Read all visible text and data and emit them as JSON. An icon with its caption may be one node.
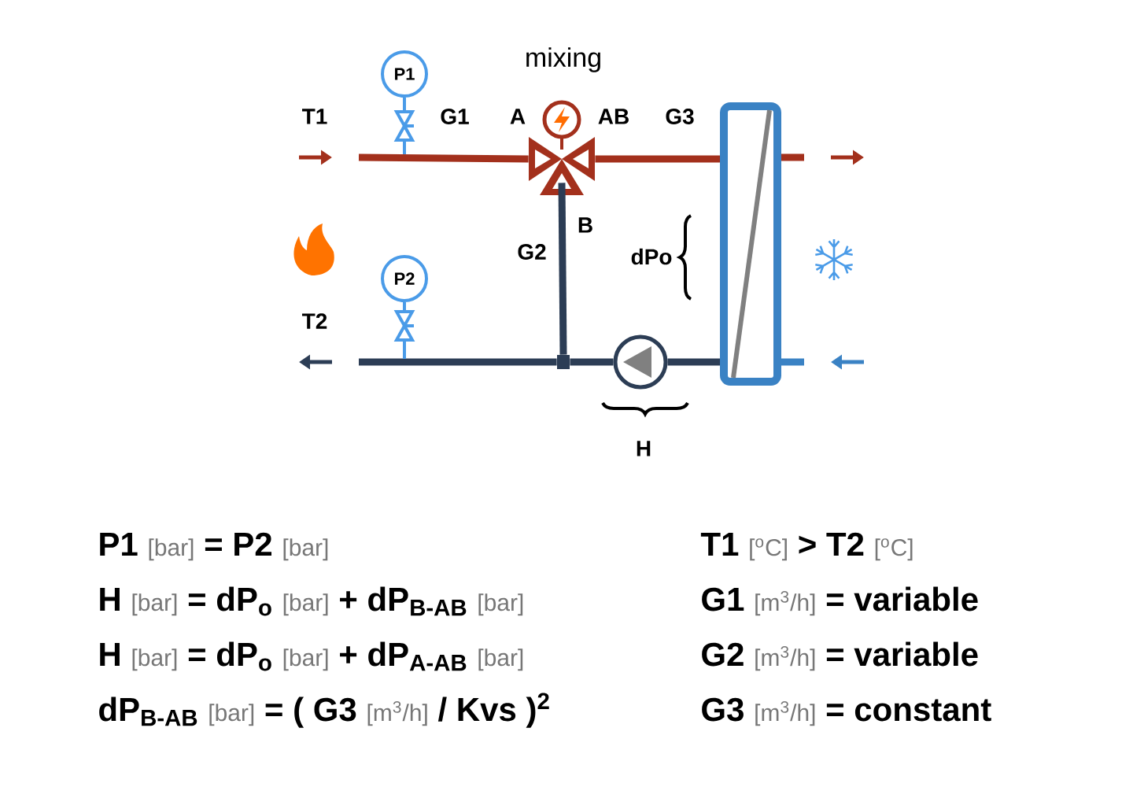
{
  "diagram": {
    "nodes": [
      {
        "text": [
          "P1"
        ]
      },
      {
        "text": [
          "P2"
        ]
      },
      {
        "text": [],
        "shape": "valve",
        "beside": [
          "mixing",
          "A",
          "AB",
          "B"
        ]
      },
      {
        "text": [],
        "shape": "circle"
      },
      {
        "text": [],
        "shape": "box"
      },
      {
        "text": [],
        "shape": "dot"
      }
    ],
    "edges": [
      {
        "from": null,
        "to": 2,
        "arrow": "none",
        "color": "#a3301c"
      },
      {
        "from": 2,
        "to": 4,
        "arrow": "none",
        "color": "#a3301c"
      },
      {
        "from": 2,
        "to": 5,
        "arrow": "none"
      },
      {
        "from": 5,
        "to": null,
        "arrow": "none"
      },
      {
        "from": 3,
        "to": 5,
        "arrow": "none"
      },
      {
        "from": 4,
        "to": 3,
        "arrow": "none"
      },
      {
        "from": 4,
        "to": null,
        "arrow": "none",
        "color": "#a3301c"
      },
      {
        "from": 4,
        "to": null,
        "arrow": "none",
        "color": "#3a82c4"
      },
      {
        "from": 0,
        "to": null,
        "arrow": "none",
        "color": "#4a9be8"
      },
      {
        "from": 1,
        "to": null,
        "arrow": "none",
        "color": "#4a9be8"
      }
    ],
    "labels": [
      "T1",
      "G1",
      "G3",
      "G2",
      "dPo",
      "T2",
      "H",
      "P1",
      "[bar]",
      "= P2",
      "[bar]",
      "T1",
      "[$^{o}$C]",
      "> T2",
      "[$^{o}$C]",
      "H",
      "[bar]",
      "= dP$_{o}$",
      "[bar]",
      "+ dP$_{B-AB}$",
      "[bar]",
      "G1",
      "[m$^{3}$/h]",
      "= variable",
      "H",
      "[bar]",
      "= dP$_{o}$",
      "[bar]",
      "+ dP$_{A-AB}$",
      "[bar]",
      "G2",
      "[m$^{3}$/h]",
      "= variable",
      "dP$_{B-AB}$",
      "[bar]",
      "= ( G3",
      "[m$^{3}$/h]",
      "/ Kvs )$^{2}$",
      "G3",
      "[m$^{3}$/h]",
      "= constant"
    ]
  }
}
